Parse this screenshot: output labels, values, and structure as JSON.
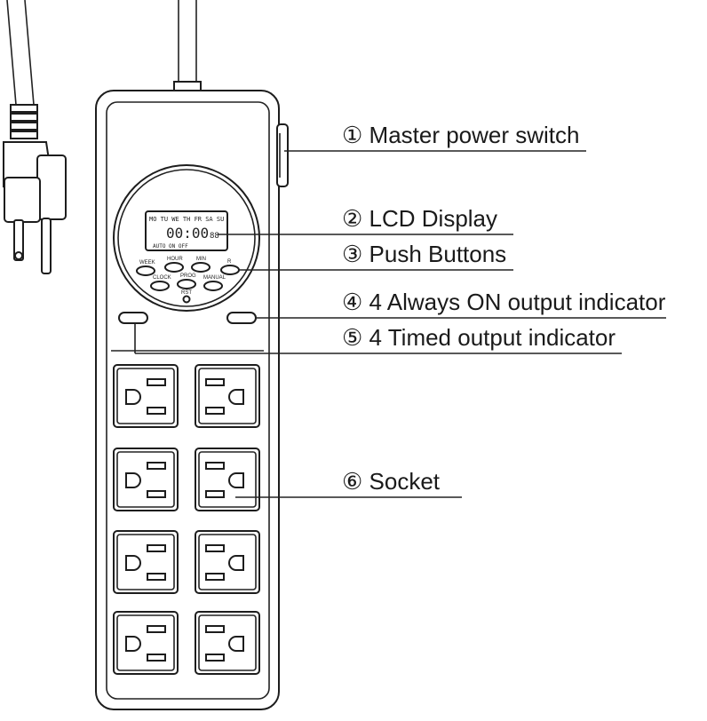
{
  "callouts": {
    "master_power_switch": "① Master power switch",
    "lcd_display": "② LCD Display",
    "push_buttons": "③ Push Buttons",
    "always_on_indicator": "④ 4 Always ON output indicator",
    "timed_indicator": "⑤ 4 Timed output indicator",
    "socket": "⑥ Socket"
  },
  "lcd": {
    "days_row": "MO TU WE TH FR SA SU",
    "time_digits": "00:00",
    "seconds_digits": "88",
    "auto_row": "AUTO ON OFF"
  },
  "buttons": {
    "week": "WEEK",
    "hour": "HOUR",
    "min": "MIN",
    "r": "R",
    "clock": "CLOCK",
    "prog": "PROG",
    "manual": "MANUAL",
    "rst": "RST"
  }
}
